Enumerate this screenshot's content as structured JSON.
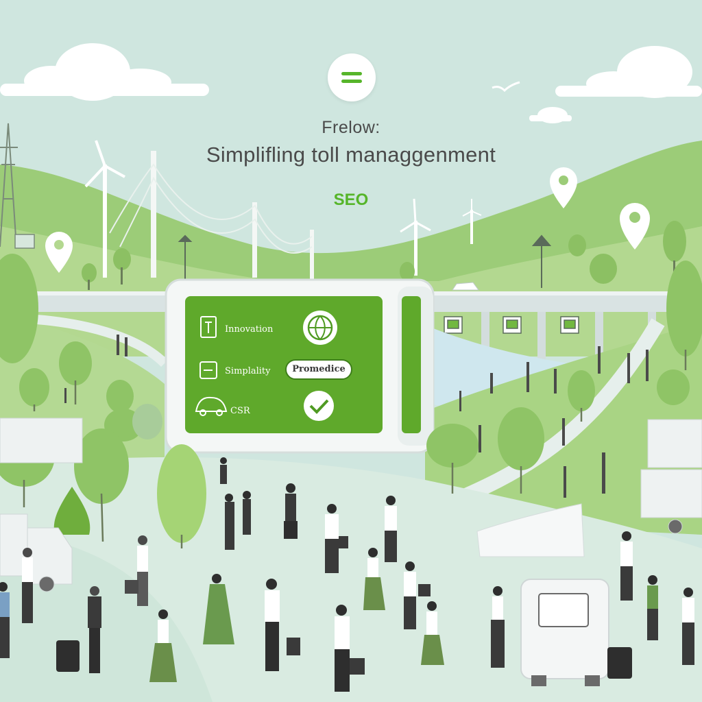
{
  "header": {
    "menu_icon": "hamburger-menu-icon",
    "title_line1": "Frelow:",
    "title_line2": "Simplifling toll managgenment",
    "tag": "SEO"
  },
  "kiosk": {
    "items": [
      {
        "icon": "innovation-icon",
        "label": "Innovation"
      },
      {
        "icon": "simplicity-icon",
        "label": "Simplality"
      },
      {
        "icon": "csr-car-icon",
        "label": "CSR"
      }
    ],
    "cta_label": "Promedice",
    "globe_icon": "globe-icon",
    "check_icon": "checkmark-icon"
  },
  "colors": {
    "brand_green": "#56b52a",
    "screen_green": "#5fa92b",
    "sky": "#cfe6df",
    "hills": "#9ccc78"
  }
}
